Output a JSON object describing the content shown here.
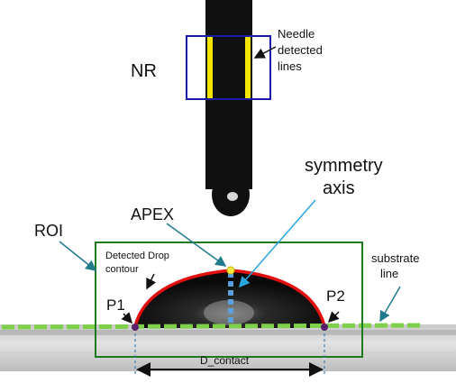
{
  "labels": {
    "needle_region": "NR",
    "needle_lines_1": "Needle",
    "needle_lines_2": "detected",
    "needle_lines_3": "lines",
    "symmetry_1": "symmetry",
    "symmetry_2": "axis",
    "apex": "APEX",
    "roi": "ROI",
    "drop_contour_1": "Detected Drop",
    "drop_contour_2": "contour",
    "substrate_1": "substrate",
    "substrate_2": "line",
    "p1": "P1",
    "p2": "P2",
    "d_contact": "D_contact"
  },
  "colors": {
    "needle_box": "#1a1aa8",
    "needle_line": "#f2e600",
    "roi_box": "#1e7a1e",
    "contour": "#e01010",
    "apex_dot": "#f5e642",
    "symmetry_axis": "#5aa0dc",
    "substrate_line": "#7ed04a",
    "contact_points": "#5a1f6e",
    "arrow_teal": "#1f7a8c",
    "arrow_lightblue": "#29a6e0"
  }
}
